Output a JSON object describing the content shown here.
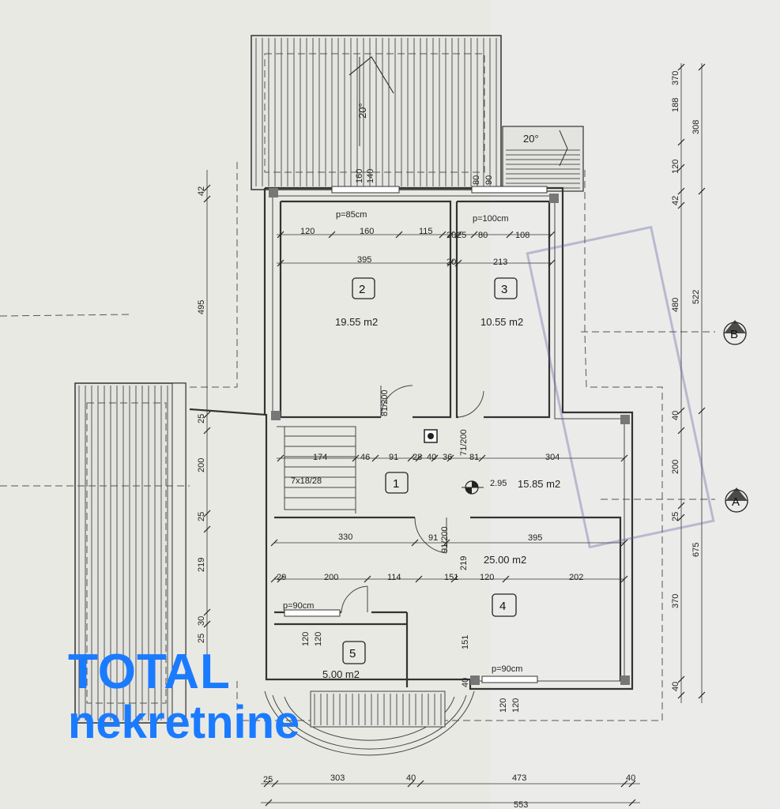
{
  "rooms": [
    {
      "num": "1",
      "area": "15.85 m2"
    },
    {
      "num": "2",
      "area": "19.55 m2"
    },
    {
      "num": "3",
      "area": "10.55 m2"
    },
    {
      "num": "4",
      "area": "25.00 m2"
    },
    {
      "num": "5",
      "area": "5.00 m2"
    }
  ],
  "roof_slopes": [
    "20°",
    "20°"
  ],
  "axis_labels": [
    "A",
    "B"
  ],
  "level_mark": "2.95",
  "stairs_label": "7x18/28",
  "window_labels": [
    "p=85cm",
    "p=100cm",
    "p=90cm",
    "p=90cm"
  ],
  "door_labels": [
    "81/200",
    "71/200",
    "91/200"
  ],
  "dims": {
    "top_row1": [
      "120",
      "160",
      "115",
      "20",
      "25",
      "80",
      "108"
    ],
    "top_row2": [
      "395",
      "20",
      "213"
    ],
    "top_windows": [
      "160",
      "140",
      "80",
      "90"
    ],
    "mid_row": [
      "174",
      "46",
      "91",
      "28",
      "40",
      "36",
      "81",
      "304"
    ],
    "row_330": [
      "330",
      "91",
      "395"
    ],
    "row_200": [
      "29",
      "200",
      "114",
      "151",
      "120",
      "202"
    ],
    "vert_room4": [
      "219",
      "151",
      "40"
    ],
    "window_bottom": [
      "120",
      "120"
    ],
    "window_room5": [
      "120",
      "120"
    ],
    "left_side": [
      "42",
      "495",
      "25",
      "200",
      "25",
      "219",
      "30",
      "25"
    ],
    "right_inner": [
      "42",
      "480",
      "40",
      "200",
      "25",
      "370",
      "40"
    ],
    "right_mid": [
      "308",
      "522",
      "675"
    ],
    "right_top": [
      "370",
      "188",
      "120"
    ],
    "bottom_row1": [
      "25",
      "303",
      "40",
      "473",
      "40"
    ],
    "bottom_row2": [
      "553"
    ]
  },
  "watermark": {
    "line1": "TOTAL",
    "line2": "nekretnine"
  }
}
